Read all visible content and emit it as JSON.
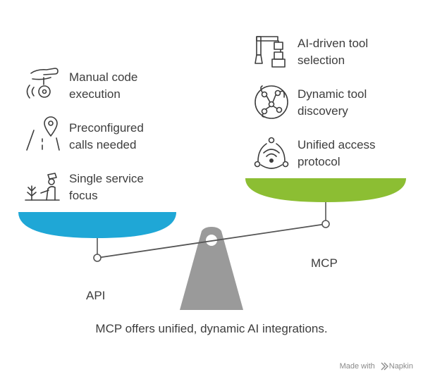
{
  "left_side": {
    "tag": "API",
    "items": [
      {
        "icon": "touch-gesture-icon",
        "label": "Manual code\nexecution"
      },
      {
        "icon": "route-pin-icon",
        "label": "Preconfigured\ncalls needed"
      },
      {
        "icon": "person-plant-icon",
        "label": "Single service\nfocus"
      }
    ],
    "pan_color": "#1fa7d6"
  },
  "right_side": {
    "tag": "MCP",
    "items": [
      {
        "icon": "robot-arm-icon",
        "label": "AI-driven tool\nselection"
      },
      {
        "icon": "network-circle-icon",
        "label": "Dynamic tool\ndiscovery"
      },
      {
        "icon": "wireless-person-icon",
        "label": "Unified access\nprotocol"
      }
    ],
    "pan_color": "#8cbe33"
  },
  "caption": "MCP offers unified, dynamic AI integrations.",
  "footer": {
    "made_with": "Made with",
    "brand": "Napkin"
  },
  "colors": {
    "fulcrum": "#9a9a9a",
    "beam": "#555555",
    "text": "#3d3d3d"
  }
}
